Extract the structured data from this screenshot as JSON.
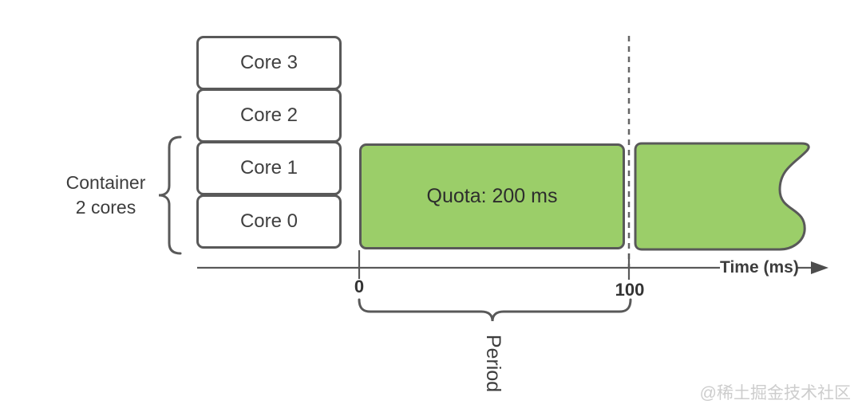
{
  "colors": {
    "green": "#9bce69",
    "stroke": "#595959"
  },
  "cores": {
    "items": [
      "Core 3",
      "Core 2",
      "Core 1",
      "Core 0"
    ]
  },
  "container": {
    "line1": "Container",
    "line2": "2 cores"
  },
  "quota": {
    "label": "Quota: 200 ms"
  },
  "axis": {
    "start_tick": "0",
    "end_tick": "100",
    "label": "Time (ms)"
  },
  "period": {
    "label": "Period"
  },
  "watermark": {
    "text": "@稀土掘金技术社区"
  }
}
